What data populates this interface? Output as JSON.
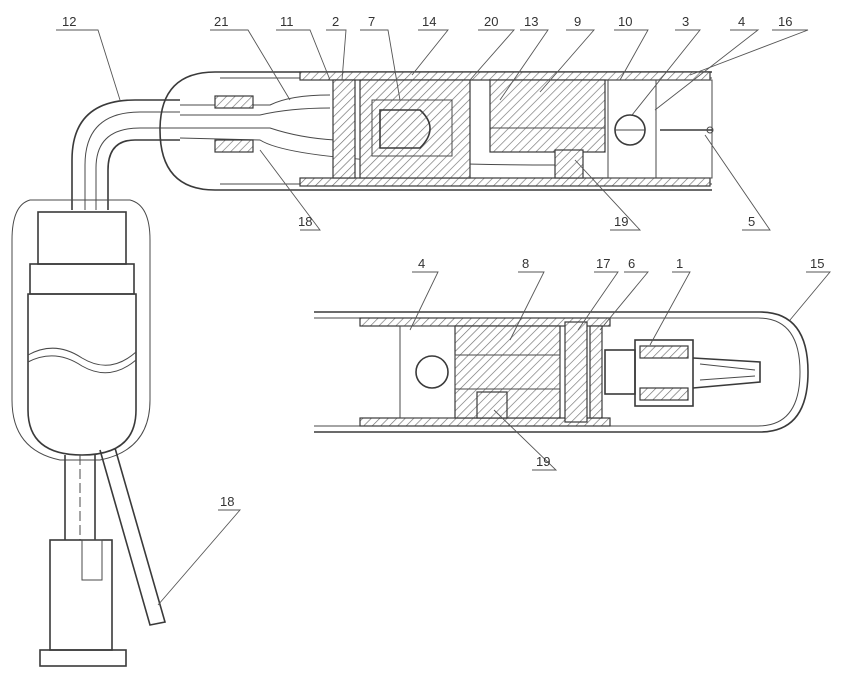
{
  "labels": {
    "l12": "12",
    "l21": "21",
    "l11": "11",
    "l2": "2",
    "l7": "7",
    "l14": "14",
    "l20": "20",
    "l13": "13",
    "l9": "9",
    "l10": "10",
    "l3": "3",
    "l4_top": "4",
    "l16": "16",
    "l18_top": "18",
    "l19_top": "19",
    "l5": "5",
    "l4_bot": "4",
    "l8": "8",
    "l17": "17",
    "l6": "6",
    "l1": "1",
    "l15": "15",
    "l19_bot": "19",
    "l18_bot": "18"
  },
  "colors": {
    "line": "#3a3a3a",
    "hatch": "#6f6f6f",
    "background": "#ffffff"
  }
}
